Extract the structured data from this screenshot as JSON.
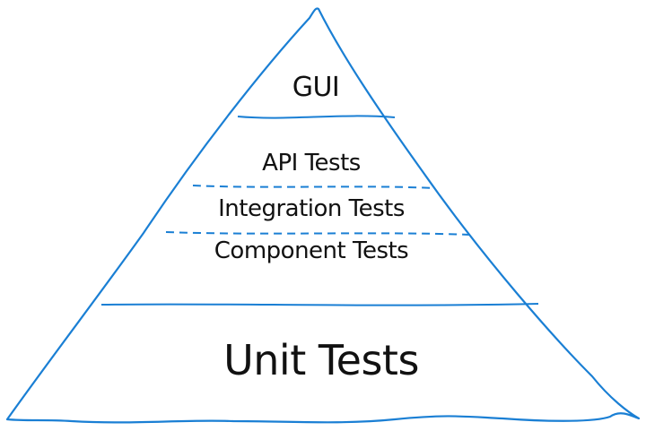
{
  "diagram": {
    "title": "Test Pyramid",
    "line_color": "#1a7fd4",
    "layers": [
      {
        "label": "GUI"
      },
      {
        "label": "API Tests"
      },
      {
        "label": "Integration Tests"
      },
      {
        "label": "Component Tests"
      },
      {
        "label": "Unit Tests"
      }
    ]
  }
}
